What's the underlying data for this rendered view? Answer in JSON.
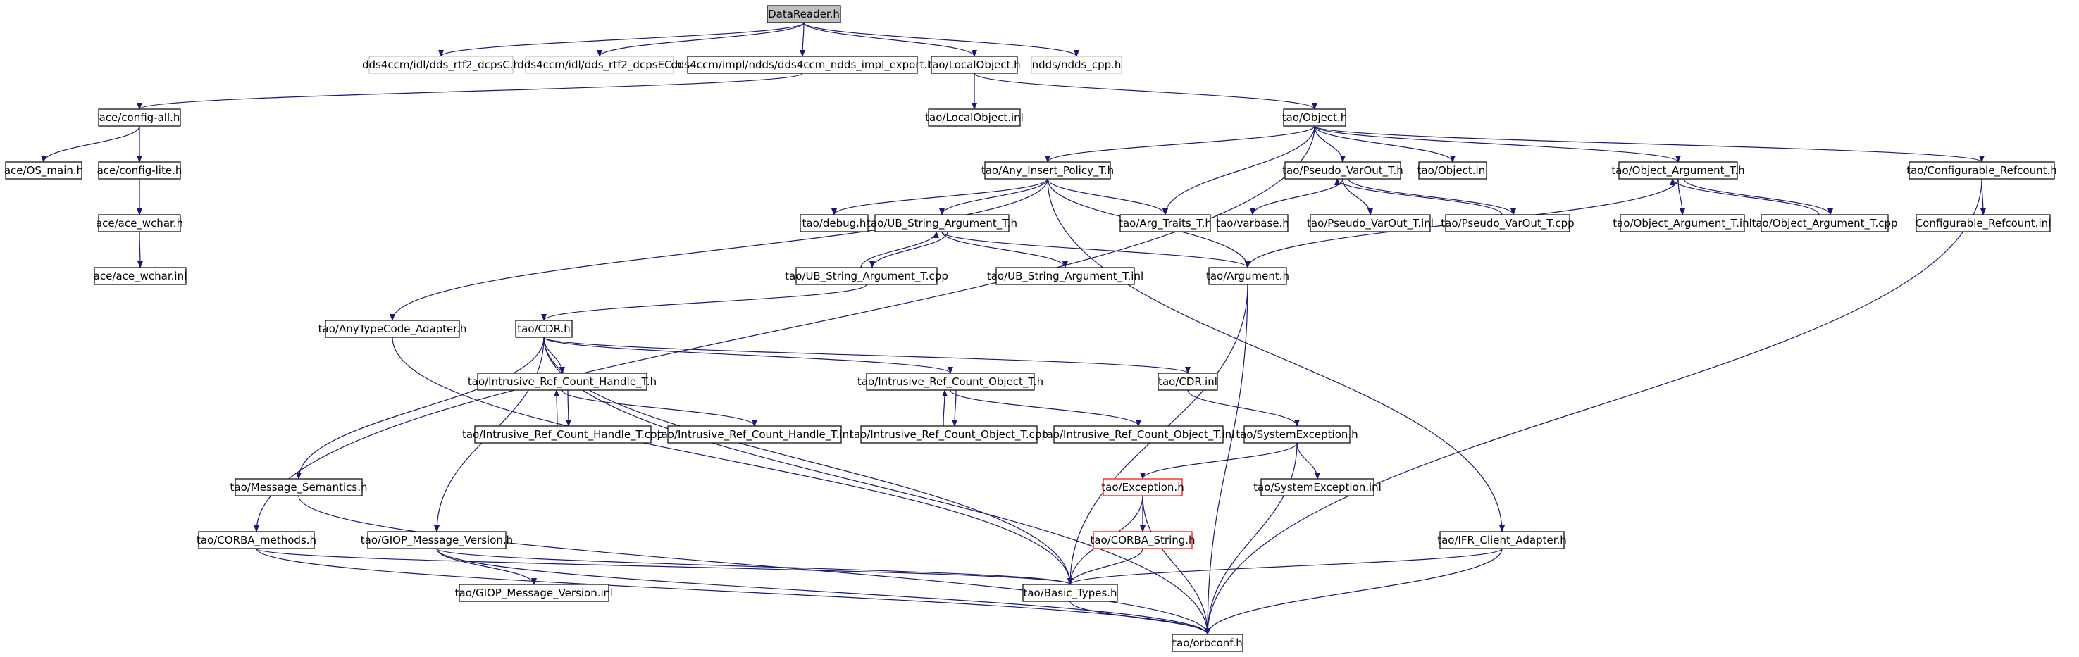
{
  "colors": {
    "edge": "#191970",
    "root_fill": "#bfbfbf",
    "external_border": "#bfbfbf",
    "missing_border": "#ff0000"
  },
  "nodes": {
    "datareader_h": "DataReader.h",
    "dds_rtf2_dcpsc_h": "dds4ccm/idl/dds_rtf2_dcpsC.h",
    "dds_rtf2_dcpsec_h": "dds4ccm/idl/dds_rtf2_dcpsEC.h",
    "ndds_impl_export_h": "dds4ccm/impl/ndds/dds4ccm_ndds_impl_export.h",
    "localobject_h": "tao/LocalObject.h",
    "ndds_cpp_h": "ndds/ndds_cpp.h",
    "config_all_h": "ace/config-all.h",
    "localobject_inl": "tao/LocalObject.inl",
    "object_h": "tao/Object.h",
    "os_main_h": "ace/OS_main.h",
    "config_lite_h": "ace/config-lite.h",
    "any_insert_policy_t_h": "tao/Any_Insert_Policy_T.h",
    "pseudo_varout_t_h": "tao/Pseudo_VarOut_T.h",
    "object_inl": "tao/Object.inl",
    "object_argument_t_h": "tao/Object_Argument_T.h",
    "configurable_refcount_h": "tao/Configurable_Refcount.h",
    "ace_wchar_h": "ace/ace_wchar.h",
    "debug_h": "tao/debug.h",
    "ub_string_argument_t_h": "tao/UB_String_Argument_T.h",
    "arg_traits_t_h": "tao/Arg_Traits_T.h",
    "varbase_h": "tao/varbase.h",
    "pseudo_varout_t_inl": "tao/Pseudo_VarOut_T.inl",
    "pseudo_varout_t_cpp": "tao/Pseudo_VarOut_T.cpp",
    "object_argument_t_inl": "tao/Object_Argument_T.inl",
    "object_argument_t_cpp": "tao/Object_Argument_T.cpp",
    "configurable_refcount_inl": "Configurable_Refcount.inl",
    "ace_wchar_inl": "ace/ace_wchar.inl",
    "ub_string_argument_t_cpp": "tao/UB_String_Argument_T.cpp",
    "ub_string_argument_t_inl": "tao/UB_String_Argument_T.inl",
    "argument_h": "tao/Argument.h",
    "anytypecode_adapter_h": "tao/AnyTypeCode_Adapter.h",
    "cdr_h": "tao/CDR.h",
    "intrusive_ref_count_handle_t_h": "tao/Intrusive_Ref_Count_Handle_T.h",
    "intrusive_ref_count_object_t_h": "tao/Intrusive_Ref_Count_Object_T.h",
    "cdr_inl": "tao/CDR.inl",
    "intrusive_ref_count_handle_t_cpp": "tao/Intrusive_Ref_Count_Handle_T.cpp",
    "intrusive_ref_count_handle_t_inl": "tao/Intrusive_Ref_Count_Handle_T.inl",
    "intrusive_ref_count_object_t_cpp": "tao/Intrusive_Ref_Count_Object_T.cpp",
    "intrusive_ref_count_object_t_inl": "tao/Intrusive_Ref_Count_Object_T.inl",
    "systemexception_h": "tao/SystemException.h",
    "message_semantics_h": "tao/Message_Semantics.h",
    "exception_h": "tao/Exception.h",
    "systemexception_inl": "tao/SystemException.inl",
    "corba_methods_h": "tao/CORBA_methods.h",
    "giop_message_version_h": "tao/GIOP_Message_Version.h",
    "corba_string_h": "tao/CORBA_String.h",
    "ifr_client_adapter_h": "tao/IFR_Client_Adapter.h",
    "giop_message_version_inl": "tao/GIOP_Message_Version.inl",
    "basic_types_h": "tao/Basic_Types.h",
    "orbconf_h": "tao/orbconf.h"
  }
}
